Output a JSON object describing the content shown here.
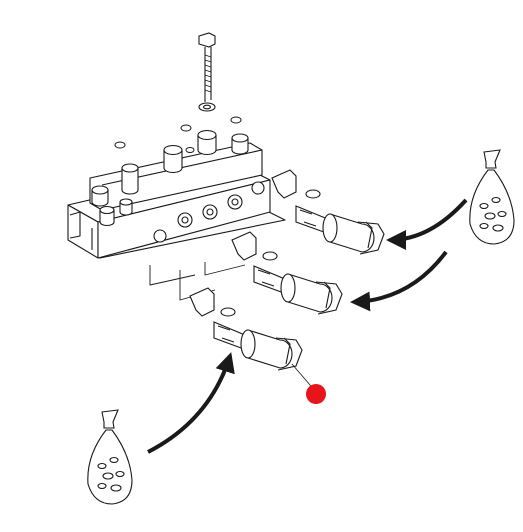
{
  "diagram": {
    "background": "#ffffff",
    "line_color": "#1a1a1a",
    "marker_color": "#e8141c",
    "components": [
      {
        "name": "valve-body"
      },
      {
        "name": "mounting-bolt"
      },
      {
        "name": "solenoid-valve",
        "count": 3
      },
      {
        "name": "parts-bag",
        "count": 2
      },
      {
        "name": "red-marker",
        "count": 1
      }
    ]
  }
}
